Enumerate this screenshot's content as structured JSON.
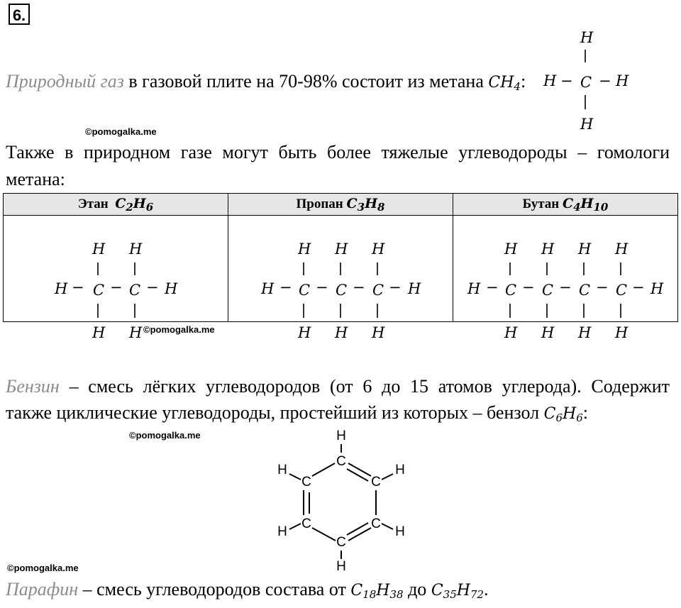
{
  "task_number": "6.",
  "watermark": "©pomogalka.me",
  "intro": {
    "term": "Природный газ",
    "text": "в газовой плите на 70-98% состоит из метана",
    "formula_main": "CH",
    "formula_sub": "4",
    "colon": ":"
  },
  "methane": {
    "h": "H",
    "c": "C",
    "dash": "−",
    "bar": "|"
  },
  "homologs_line1": "Также в природном газе могут быть более тяжелые углеводороды – гомологи",
  "homologs_line2": "метана:",
  "table": {
    "columns": [
      {
        "name": "Этан",
        "f1": "C",
        "s1": "2",
        "f2": "H",
        "s2": "6"
      },
      {
        "name": "Пропан",
        "f1": "C",
        "s1": "3",
        "f2": "H",
        "s2": "8"
      },
      {
        "name": "Бутан",
        "f1": "C",
        "s1": "4",
        "f2": "H",
        "s2": "10"
      }
    ]
  },
  "benzine": {
    "term": "Бензин",
    "line1_rest": "– смесь лёгких углеводородов (от 6 до 15 атомов углерода). Содержит",
    "line2": "также циклические углеводороды, простейший из которых – бензол",
    "formula": {
      "f1": "C",
      "s1": "6",
      "f2": "H",
      "s2": "6"
    },
    "colon": ":"
  },
  "benzene": {
    "h": "H",
    "c": "C"
  },
  "paraffin": {
    "term": "Парафин",
    "text": "– смесь углеводородов состава от",
    "from": {
      "f1": "C",
      "s1": "18",
      "f2": "H",
      "s2": "38"
    },
    "mid": "до",
    "to": {
      "f1": "C",
      "s1": "35",
      "f2": "H",
      "s2": "72"
    },
    "end": "."
  }
}
